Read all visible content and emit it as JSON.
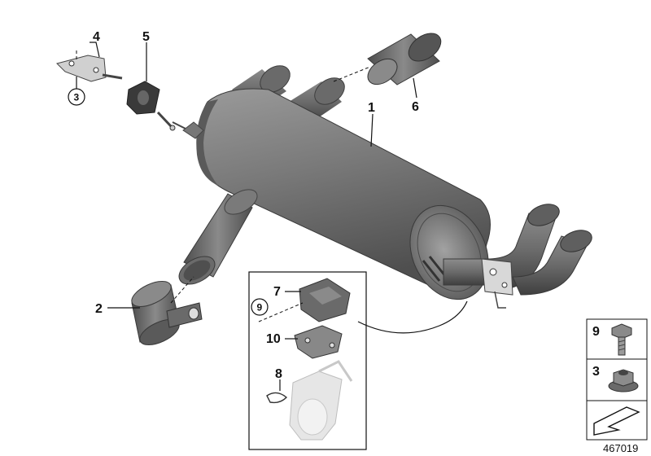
{
  "callouts": {
    "c1": "1",
    "c2": "2",
    "c3_circle": "3",
    "c4": "4",
    "c5": "5",
    "c6": "6",
    "c7": "7",
    "c8": "8",
    "c9_circle": "9",
    "c10": "10"
  },
  "legend": {
    "item9_label": "9",
    "item3_label": "3"
  },
  "diagram_number": "467019",
  "colors": {
    "body": "#6f6f6f",
    "body_light": "#9a9a9a",
    "body_dark": "#4a4a4a",
    "pipe": "#5c5c5c",
    "ghost": "#e6e6e6",
    "line": "#111111"
  }
}
